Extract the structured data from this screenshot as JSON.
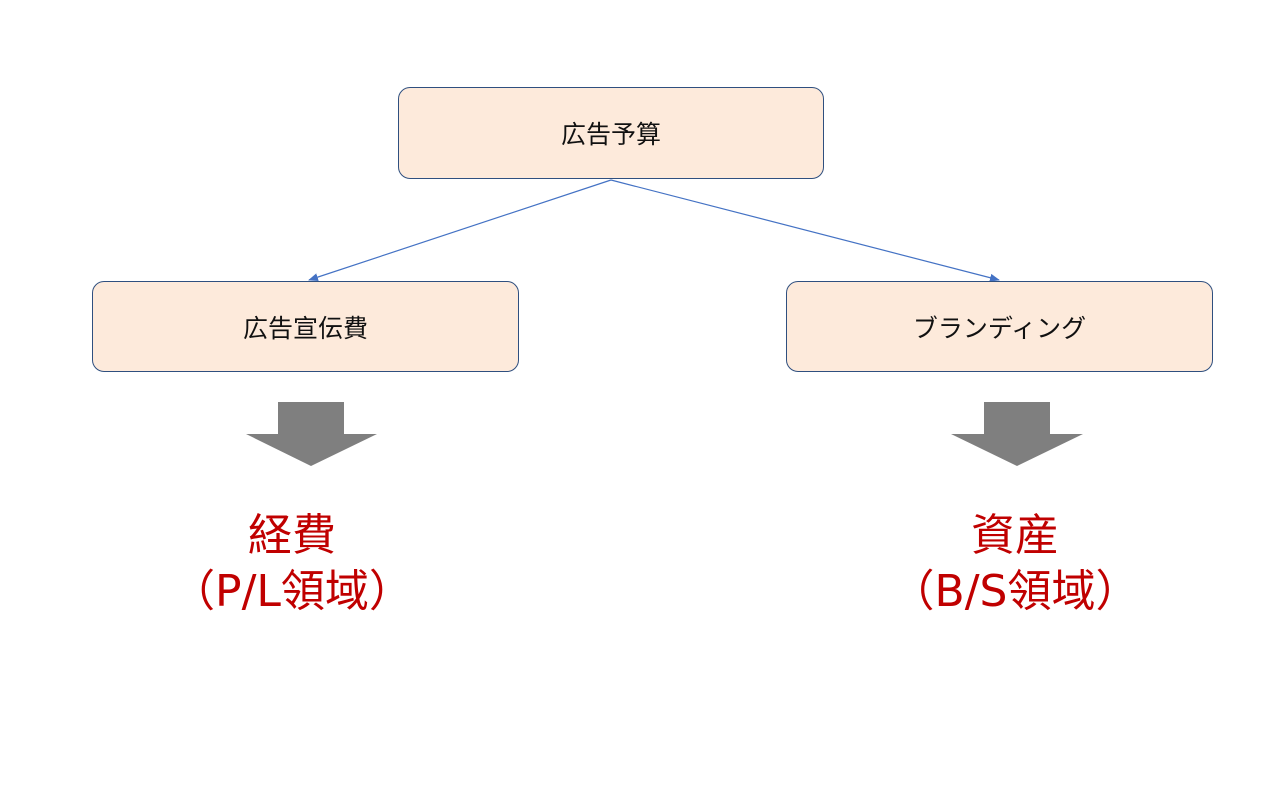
{
  "nodes": {
    "root": {
      "label": "広告予算"
    },
    "left": {
      "label": "広告宣伝費"
    },
    "right": {
      "label": "ブランディング"
    }
  },
  "results": {
    "left": {
      "line1": "経費",
      "line2": "（P/L領域）"
    },
    "right": {
      "line1": "資産",
      "line2": "（B/S領域）"
    }
  },
  "colors": {
    "box_fill": "#fdeadb",
    "box_border": "#2f4f7f",
    "connector": "#4472c4",
    "block_arrow": "#7f7f7f",
    "result_text": "#c00000"
  }
}
